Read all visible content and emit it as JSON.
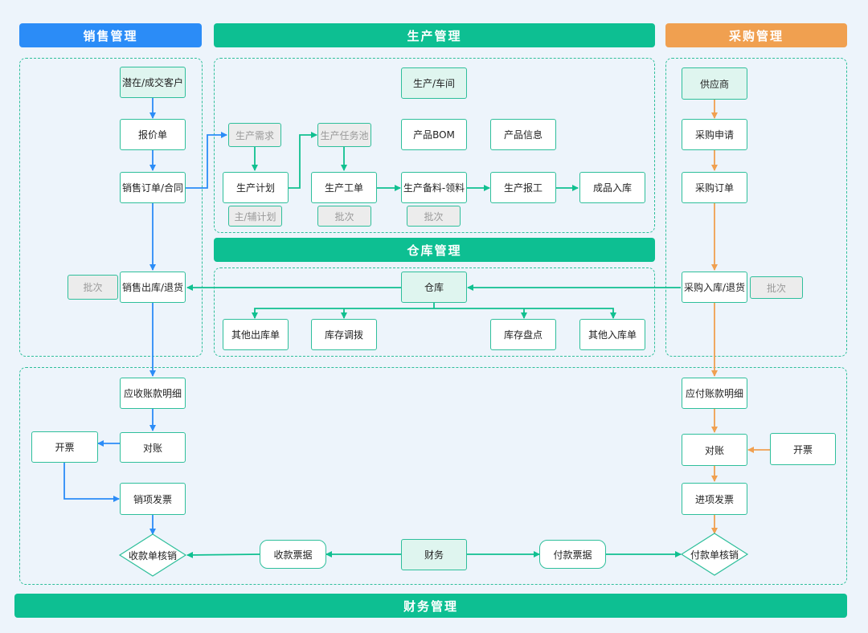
{
  "headers": {
    "sales": "销售管理",
    "production": "生产管理",
    "purchase": "采购管理",
    "warehouse": "仓库管理",
    "finance": "财务管理"
  },
  "colors": {
    "sales": "#2b8cf7",
    "production": "#0dbf92",
    "purchase": "#f0a050",
    "line_green": "#10c090",
    "line_blue": "#2b8cf7",
    "line_orange": "#f0a050"
  },
  "sales": {
    "customer": "潜在/成交客户",
    "quote": "报价单",
    "order": "销售订单/合同",
    "outbound": "销售出库/退货",
    "batch": "批次"
  },
  "production": {
    "workshop": "生产/车间",
    "demand": "生产需求",
    "task_pool": "生产任务池",
    "bom": "产品BOM",
    "product_info": "产品信息",
    "plan": "生产计划",
    "work_order": "生产工单",
    "material": "生产备料-领料",
    "report": "生产报工",
    "finished_in": "成品入库",
    "main_plan": "主/辅计划",
    "batch1": "批次",
    "batch2": "批次"
  },
  "warehouse": {
    "warehouse": "仓库",
    "other_out": "其他出库单",
    "transfer": "库存调拨",
    "stocktake": "库存盘点",
    "other_in": "其他入库单"
  },
  "purchase": {
    "supplier": "供应商",
    "request": "采购申请",
    "order": "采购订单",
    "inbound": "采购入库/退货",
    "batch": "批次"
  },
  "finance": {
    "receivable": "应收账款明细",
    "recon_left": "对账",
    "invoice_left": "开票",
    "sales_invoice": "销项发票",
    "receipt_verify": "收款单核销",
    "receipt_doc": "收款票据",
    "finance": "财务",
    "payment_doc": "付款票据",
    "payment_verify": "付款单核销",
    "payable": "应付账款明细",
    "recon_right": "对账",
    "invoice_right": "开票",
    "purchase_invoice": "进项发票"
  }
}
